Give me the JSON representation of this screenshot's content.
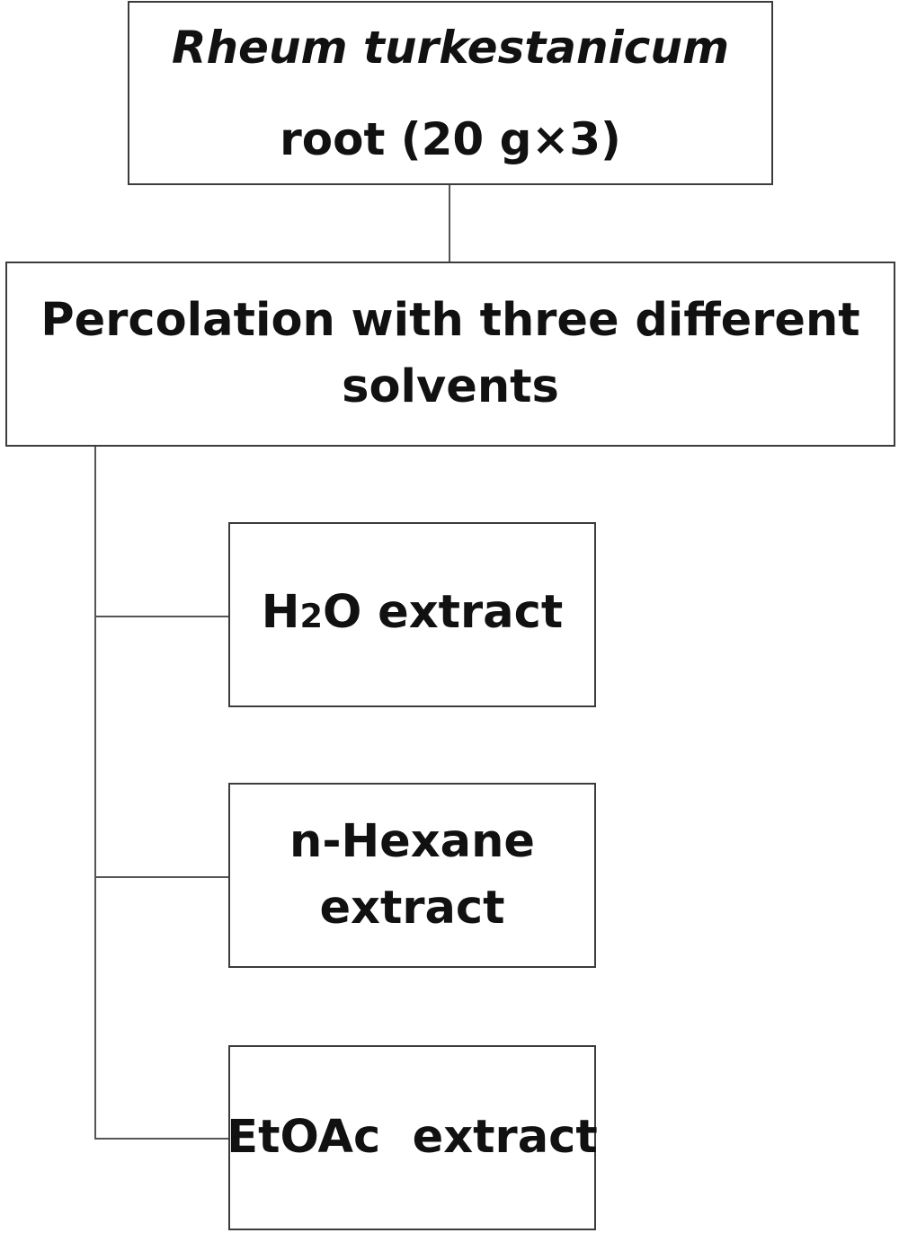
{
  "source": {
    "species": "Rheum turkestanicum",
    "material": "root (20 g×3)"
  },
  "process": {
    "label": "Percolation with three different solvents"
  },
  "extracts": {
    "water": {
      "prefix": "H",
      "subscript": "2",
      "suffix": "O extract"
    },
    "hexane": {
      "line1": "n-Hexane",
      "line2": "extract"
    },
    "etoac": {
      "label": "EtOAc  extract"
    }
  }
}
